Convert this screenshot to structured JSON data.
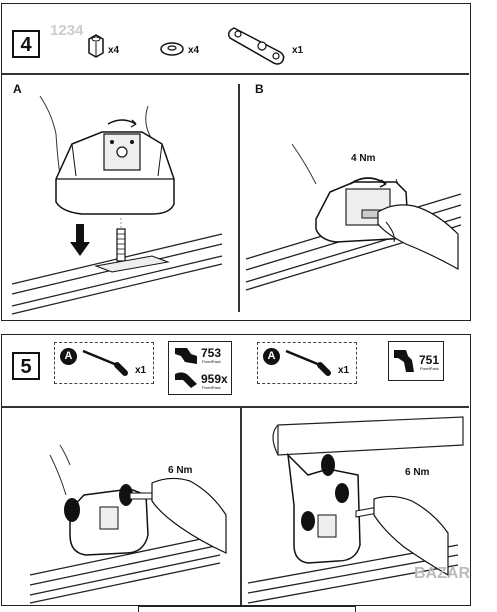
{
  "step4": {
    "number": "4",
    "parts": [
      {
        "icon": "hex-nut-icon",
        "qty": "x4"
      },
      {
        "icon": "washer-icon",
        "qty": "x4"
      },
      {
        "icon": "flat-wrench-tool-icon",
        "qty": "x1"
      }
    ],
    "sub_a": "A",
    "sub_b": "B",
    "torque_b": "4 Nm"
  },
  "step5": {
    "number": "5",
    "left_tool_qty": "x1",
    "left_tool_badge": "A",
    "codes_left": [
      "753",
      "959x"
    ],
    "codes_right": [
      "751"
    ],
    "fitpack_label": "FixedPack",
    "right_tool_qty": "x1",
    "right_tool_badge": "A",
    "torque_left": "6 Nm",
    "torque_right": "6 Nm"
  },
  "watermark": {
    "top": "1234",
    "bottom": "BAZAR"
  }
}
